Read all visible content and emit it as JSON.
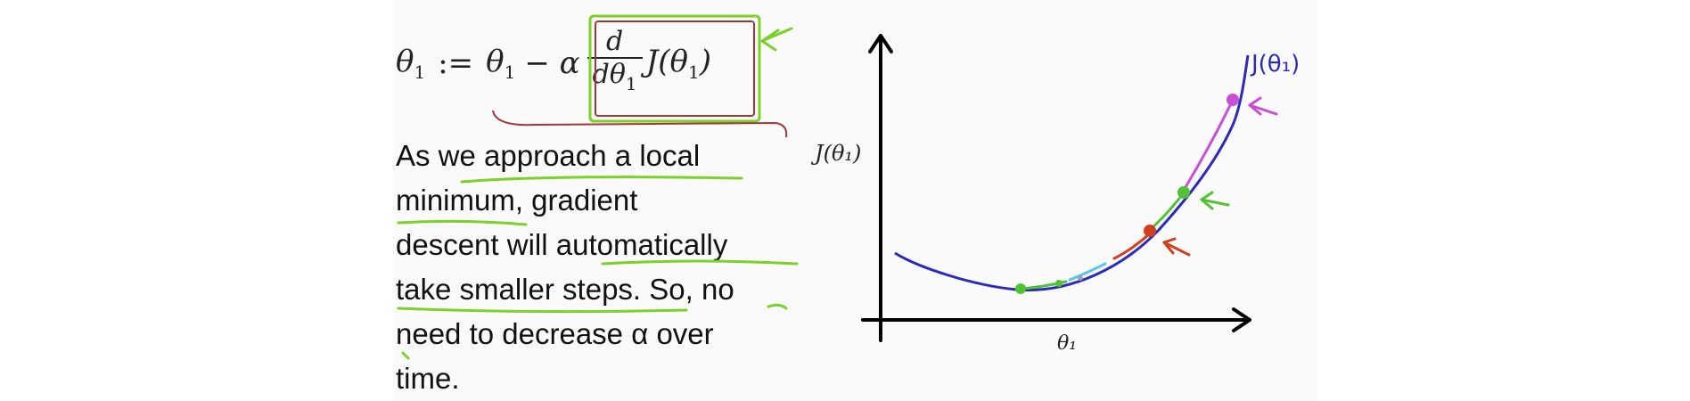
{
  "formula": {
    "lhs": "θ",
    "lhs_sub": "1",
    "assign": ":=",
    "rhs_theta": "θ",
    "rhs_sub": "1",
    "minus_alpha": "− α",
    "frac_num": "d",
    "frac_den_d": "dθ",
    "frac_den_sub": "1",
    "tail": "J(θ",
    "tail_sub": "1",
    "tail_close": ")"
  },
  "text_lines": [
    "As we approach a local",
    "minimum, gradient",
    "descent will automatically",
    "take smaller steps. So, no",
    "need to decrease α over",
    "time."
  ],
  "graph": {
    "y_label": "J(θ₁)",
    "x_label": "θ₁",
    "curve_label": "J(θ₁)"
  },
  "colors": {
    "curve": "#2b2bb8",
    "highlight_box": "#7bd12a",
    "bracket": "#a0383a",
    "purple": "#c84fd6",
    "green": "#52c234",
    "red": "#d04020",
    "underline": "#7bd12a"
  }
}
